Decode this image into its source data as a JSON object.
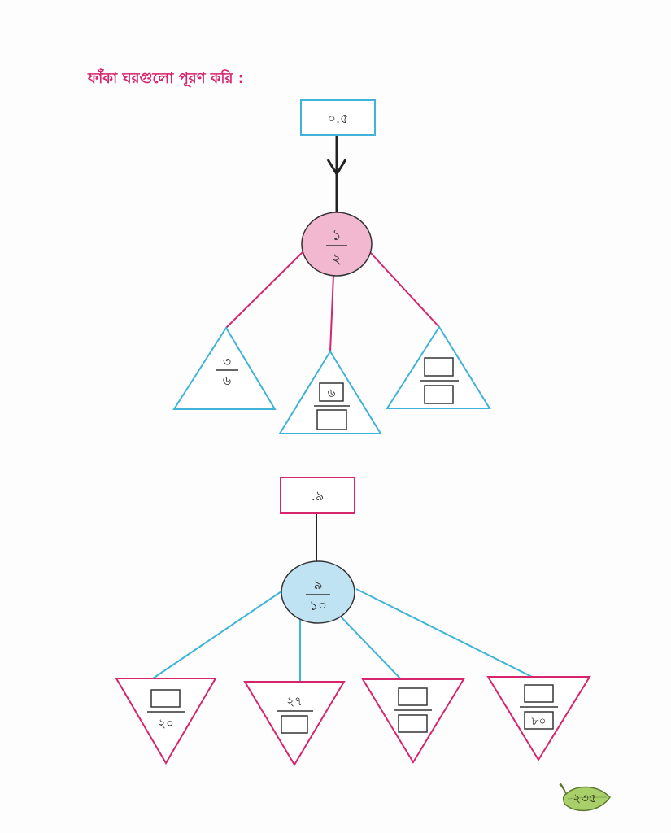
{
  "instruction": "ফাঁকা ঘরগুলো পূরণ করি :",
  "diagram1": {
    "decimal": "০.৫",
    "fraction": {
      "numerator": "১",
      "denominator": "২"
    },
    "triangles": [
      {
        "numerator": "৩",
        "denominator": "৬"
      },
      {
        "numerator": "৬",
        "denominator": ""
      },
      {
        "numerator": "",
        "denominator": ""
      }
    ]
  },
  "diagram2": {
    "decimal": ".৯",
    "fraction": {
      "numerator": "৯",
      "denominator": "১০"
    },
    "triangles": [
      {
        "numerator": "",
        "denominator": "২০"
      },
      {
        "numerator": "২৭",
        "denominator": ""
      },
      {
        "numerator": "",
        "denominator": ""
      },
      {
        "numerator": "",
        "denominator": "৮০"
      }
    ]
  },
  "page_number": "২৩৫",
  "colors": {
    "pink": "#d6246e",
    "blue": "#3fb3d8",
    "pink_fill": "#f2b8cf",
    "blue_fill": "#bfe3f3",
    "leaf": "#a9cf6b"
  }
}
